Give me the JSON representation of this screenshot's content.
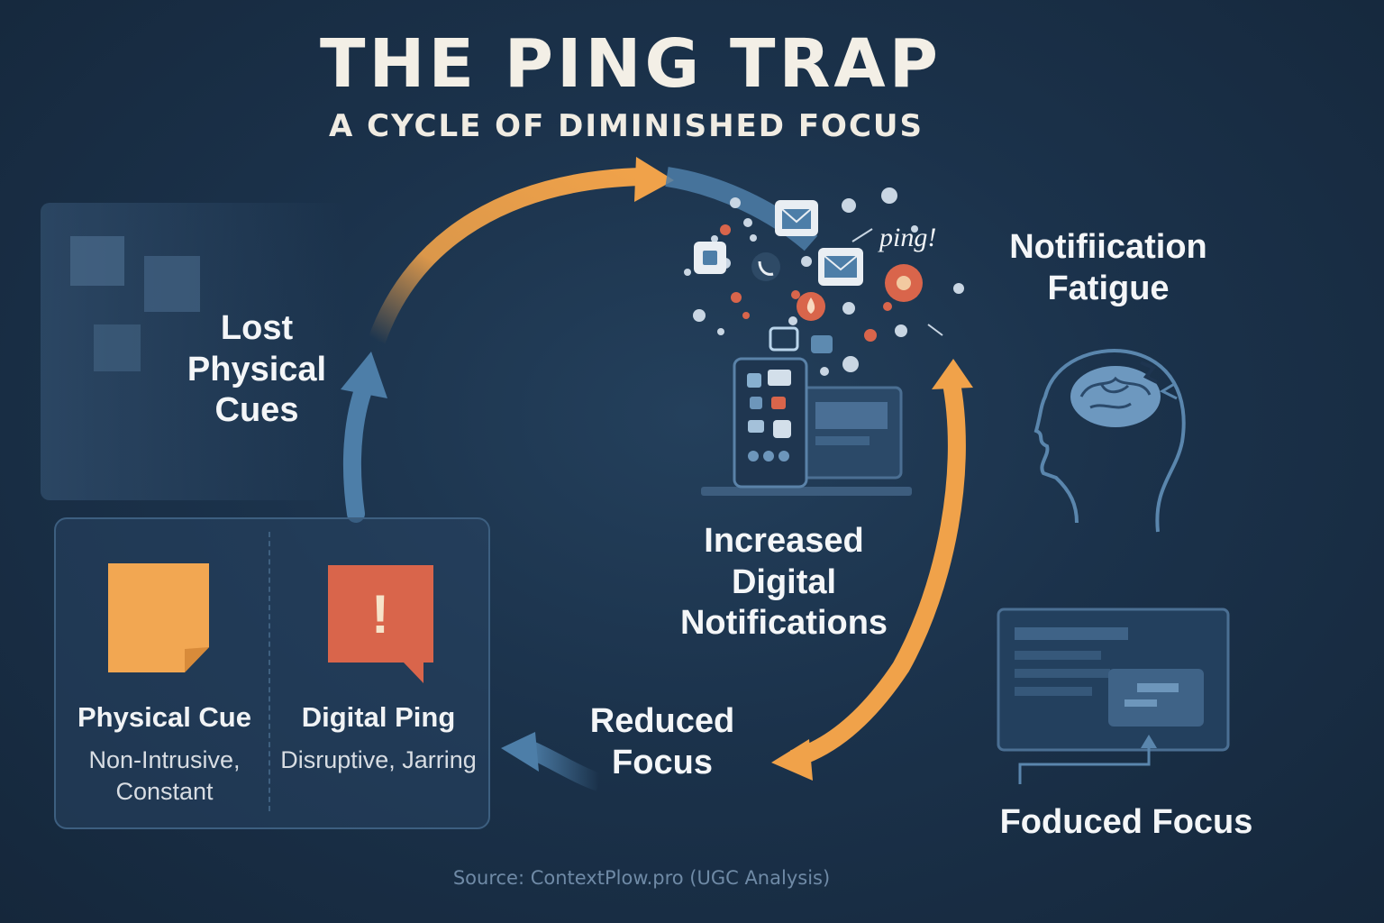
{
  "title": "THE PING TRAP",
  "subtitle": "A CYCLE OF DIMINISHED FOCUS",
  "nodes": {
    "lost_cues": "Lost Physical Cues",
    "fatigue": "Notifiication Fatigue",
    "increased": "Increased Digital Notifications",
    "reduced": "Reduced Focus",
    "focused": "Foduced Focus"
  },
  "comparison": {
    "physical": {
      "title": "Physical Cue",
      "description": "Non-Intrusive, Constant"
    },
    "digital": {
      "title": "Digital Ping",
      "description": "Disruptive, Jarring",
      "alert_symbol": "!"
    }
  },
  "ping_text": "ping!",
  "source": "Source: ContextPlow.pro (UGC Analysis)",
  "colors": {
    "background": "#1b324b",
    "accent_orange": "#f0a24a",
    "accent_blue": "#4d7ea8",
    "alert_red": "#d9654b",
    "sticky_note": "#f2a752"
  },
  "icons": [
    "envelope-icon",
    "phone-icon",
    "brain-icon",
    "head-silhouette-icon",
    "laptop-icon",
    "tablet-icon",
    "monitor-icon",
    "sticky-note-icon",
    "alert-bubble-icon"
  ]
}
